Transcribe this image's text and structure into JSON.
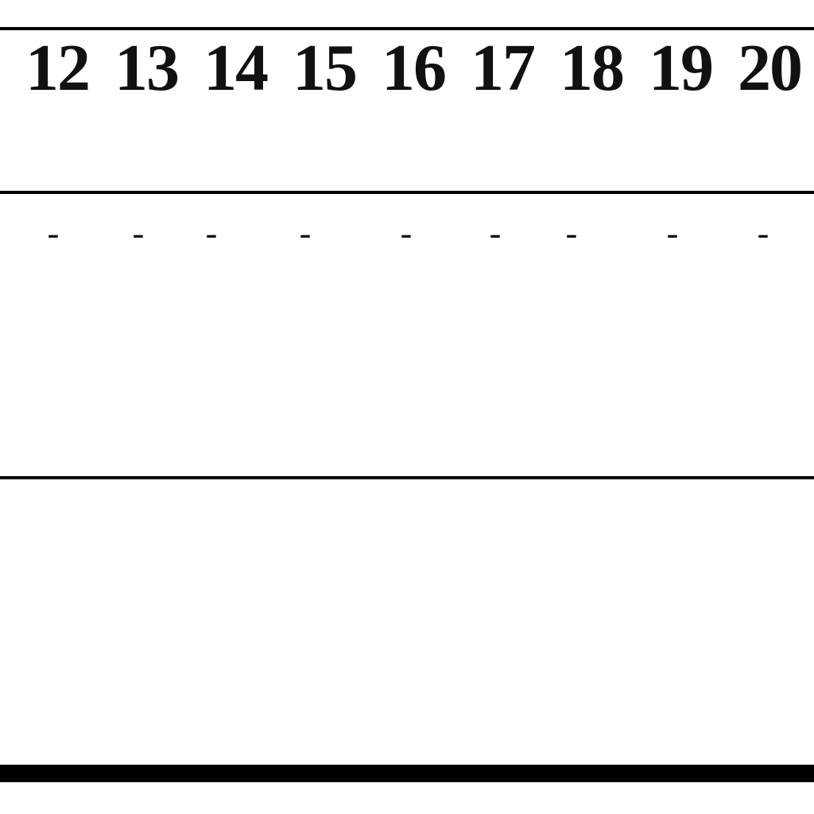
{
  "table": {
    "columns": [
      "12",
      "13",
      "14",
      "15",
      "16",
      "17",
      "18",
      "19",
      "20"
    ],
    "rows": [
      [
        "-",
        "-",
        "-",
        "-",
        "-",
        "-",
        "-",
        "-",
        "-"
      ]
    ]
  }
}
